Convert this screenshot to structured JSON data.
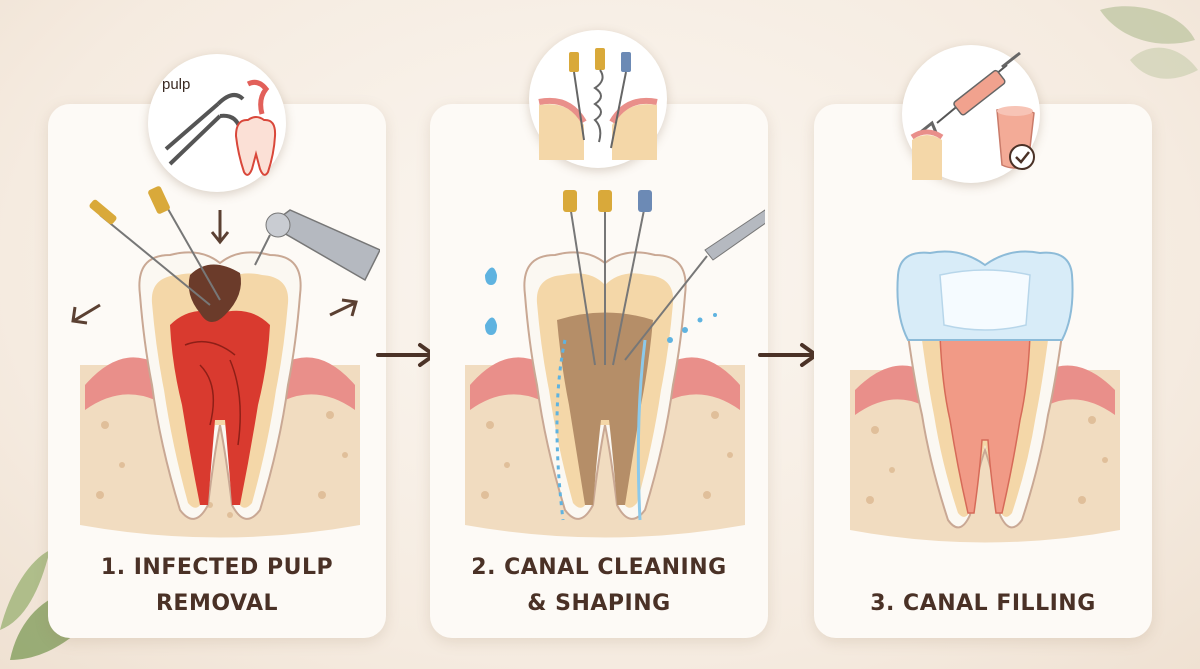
{
  "steps": [
    {
      "number": "1",
      "title": "1. INFECTED PULP\nREMOVAL",
      "bubble_label": "pulp"
    },
    {
      "number": "2",
      "title": "2. CANAL CLEANING\n& SHAPING"
    },
    {
      "number": "3",
      "title": "3. CANAL FILLING"
    }
  ],
  "icons": {
    "step1_bubble": [
      "forceps-icon",
      "infected-tooth-icon"
    ],
    "step2_bubble": [
      "endodontic-files-icon"
    ],
    "step3_bubble": [
      "syringe-icon",
      "filling-material-icon",
      "checkmark-icon"
    ],
    "flow_arrows": [
      "arrow-right-icon",
      "arrow-right-icon"
    ]
  },
  "colors": {
    "background": "#f5ebe0",
    "panel": "#fdfaf6",
    "title_text": "#4a3126",
    "gum": "#e98f8a",
    "bone": "#f1dcc0",
    "dentin": "#f4d7a8",
    "enamel": "#fbf8f2",
    "infected_pulp": "#d93a2f",
    "filled_canal": "#f19a86",
    "crown_cap": "#d8ecf8",
    "water": "#5fb3e0"
  }
}
